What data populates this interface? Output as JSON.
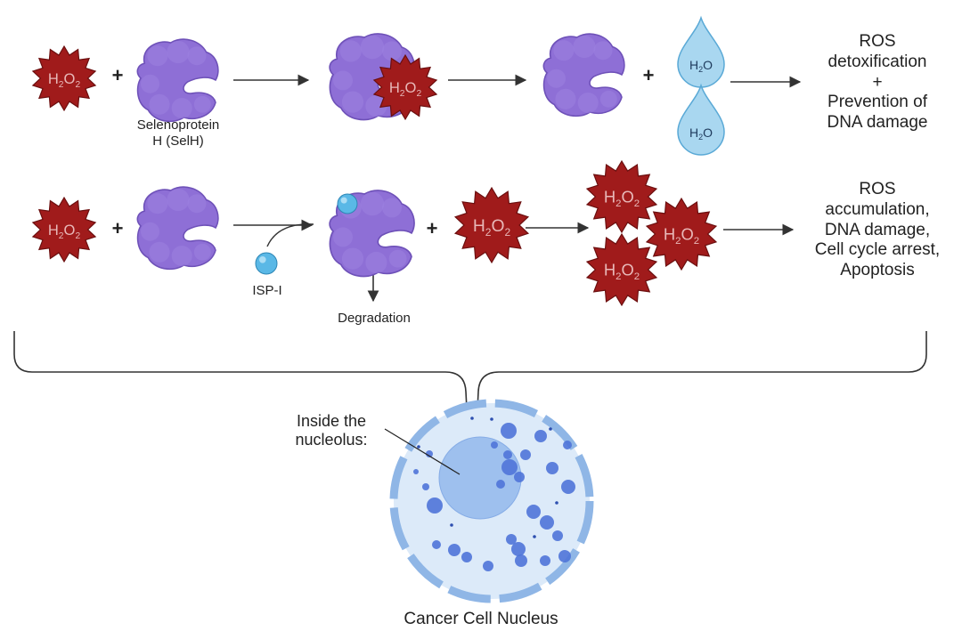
{
  "row1": {
    "selenoprotein_label": [
      "Selenoprotein",
      "H (SelH)"
    ],
    "outcome": [
      "ROS",
      "detoxification",
      "+",
      "Prevention of",
      "DNA damage"
    ]
  },
  "row2": {
    "inhibitor_label": "ISP-I",
    "degradation_label": "Degradation",
    "outcome": [
      "ROS",
      "accumulation,",
      "DNA damage,",
      "Cell cycle arrest,",
      "Apoptosis"
    ]
  },
  "nucleus": {
    "nucleolus_label": [
      "Inside the",
      "nucleolus:"
    ],
    "caption": "Cancer Cell Nucleus"
  },
  "molecules": {
    "plus_sign": "+"
  },
  "colors": {
    "h2o2_fill": "#a01b1b",
    "h2o2_text": "#e8b8b8",
    "protein_fill": "#8e6fd6",
    "protein_shadow": "#6e51b8",
    "water_fill": "#a9d7f0",
    "water_stroke": "#5aa9d6",
    "inhibitor_fill": "#5ab8e6",
    "nucleus_ring": "#8fb6e6",
    "nucleus_fill": "#dceaf9",
    "nucleolus_fill": "#9ec0ee",
    "granule_fill": "#4f74d8",
    "arrow": "#333333"
  }
}
